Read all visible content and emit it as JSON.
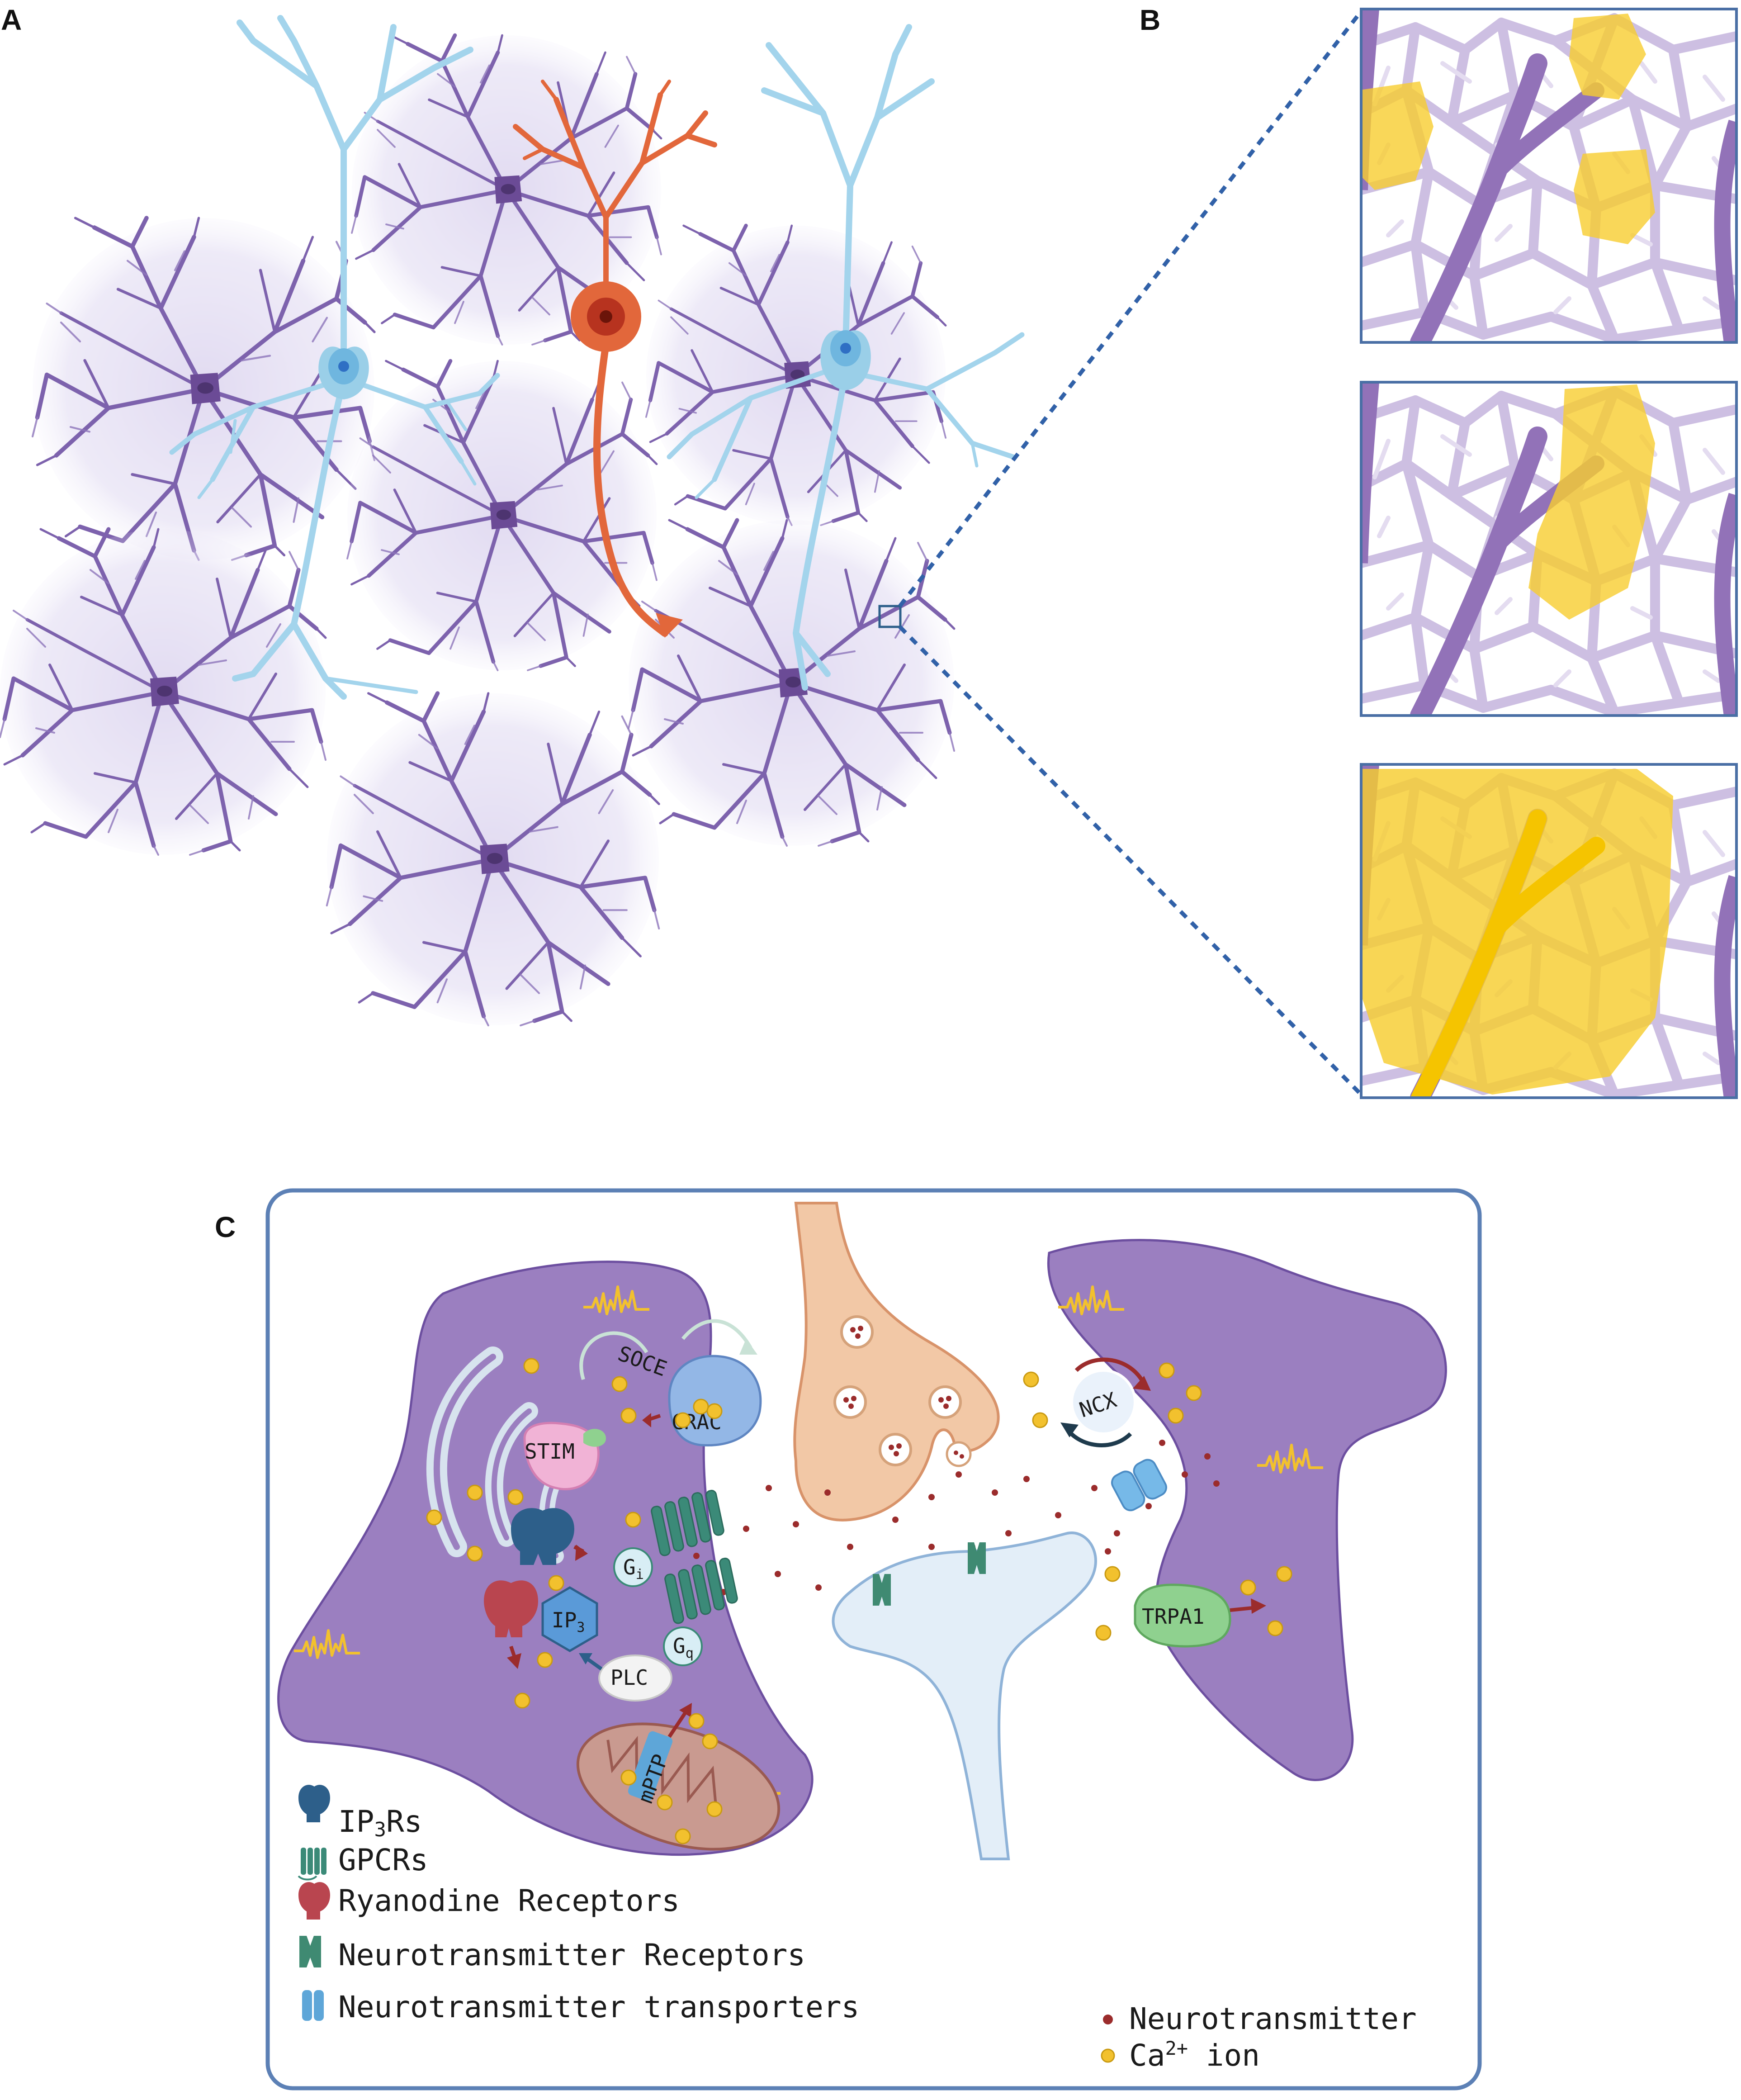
{
  "panels": {
    "a": "A",
    "b": "B",
    "c": "C"
  },
  "labels": {
    "soce": "SOCE",
    "crac": "CRAC",
    "stim": "STIM",
    "ncx": "NCX",
    "trpa1": "TRPA1",
    "ip3": {
      "base": "IP",
      "sub": "3"
    },
    "gi": {
      "base": "G",
      "sub": "i"
    },
    "gq": {
      "base": "G",
      "sub": "q"
    },
    "plc": "PLC",
    "mptp": "mPTP"
  },
  "legend_left": [
    {
      "base": "IP",
      "sub": "3",
      "rest": "Rs",
      "icon": "ip3r-icon",
      "color": "#2d5f8a"
    },
    {
      "text": "GPCRs",
      "icon": "gpcr-icon",
      "color": "#3b8a78"
    },
    {
      "text": "Ryanodine Receptors",
      "icon": "ryanodine-receptor-icon",
      "color": "#b9454f"
    },
    {
      "text": "Neurotransmitter Receptors",
      "icon": "nt-receptor-icon",
      "color": "#3f8a72"
    },
    {
      "text": "Neurotransmitter transporters",
      "icon": "nt-transporter-icon",
      "color": "#5ea6d8"
    }
  ],
  "legend_right": [
    {
      "text": "Neurotransmitter",
      "icon": "neurotransmitter-dot-icon",
      "color": "#9b2c2c"
    },
    {
      "base": "Ca",
      "sup": "2+",
      "rest": " ion",
      "icon": "calcium-dot-icon",
      "color": "#f2c12e"
    }
  ],
  "colors": {
    "astrocyte": "#9b7fc0",
    "astrocyte_dark": "#7a5ca8",
    "pyramidal_neuron": "#a8d8ee",
    "red_neuron": "#e2673b",
    "calcium": "#f7cd30",
    "frame": "#4a6fa5"
  }
}
